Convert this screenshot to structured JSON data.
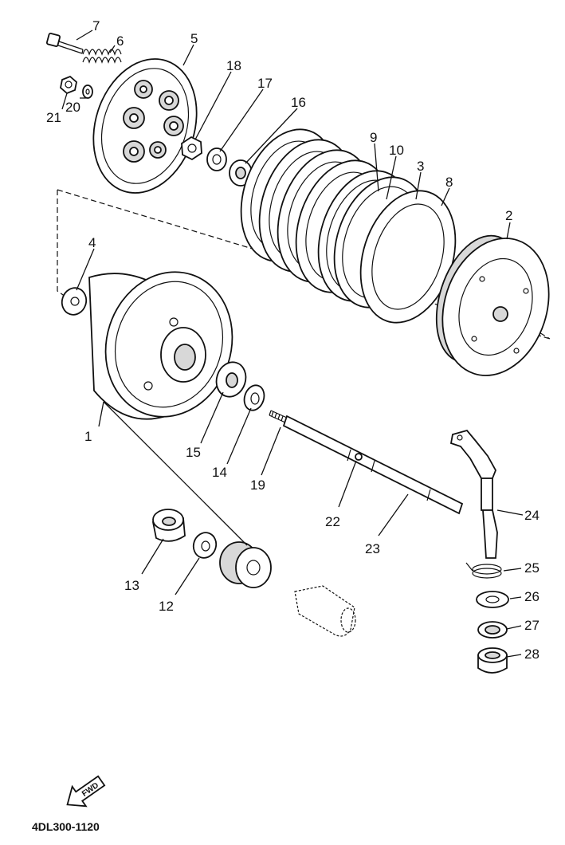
{
  "diagram": {
    "code": "4DL300-1120",
    "fwd_label": "FWD",
    "callouts": {
      "c1": "1",
      "c2": "2",
      "c3": "3",
      "c4": "4",
      "c5": "5",
      "c6": "6",
      "c7": "7",
      "c8": "8",
      "c9": "9",
      "c10": "10",
      "c12": "12",
      "c13": "13",
      "c14": "14",
      "c15": "15",
      "c16": "16",
      "c17": "17",
      "c18": "18",
      "c19": "19",
      "c20": "20",
      "c21": "21",
      "c22": "22",
      "c23": "23",
      "c24": "24",
      "c25": "25",
      "c26": "26",
      "c27": "27",
      "c28": "28"
    }
  }
}
